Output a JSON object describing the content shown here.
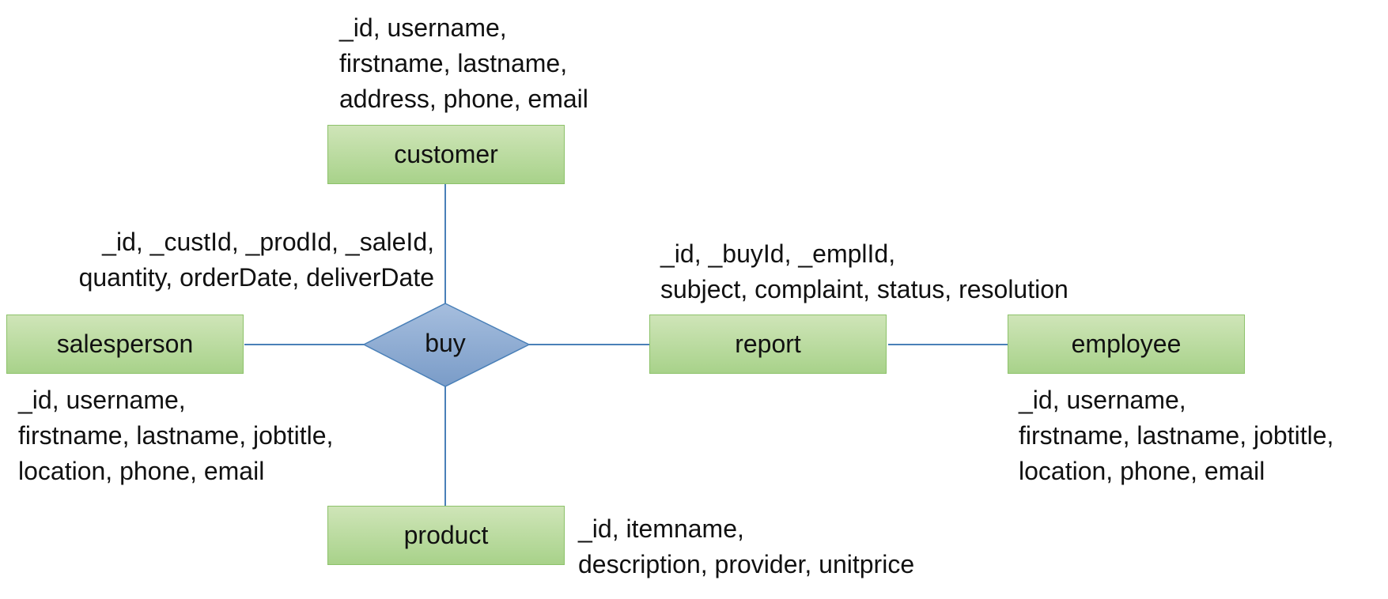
{
  "entities": {
    "customer": "customer",
    "salesperson": "salesperson",
    "product": "product",
    "report": "report",
    "employee": "employee"
  },
  "relationship": {
    "label": "buy"
  },
  "attributes": {
    "customer": [
      "_id, username,",
      "firstname, lastname,",
      "address, phone, email"
    ],
    "buy": [
      "_id, _custId, _prodId, _saleId,",
      "quantity, orderDate, deliverDate"
    ],
    "salesperson": [
      "_id, username,",
      "firstname, lastname, jobtitle,",
      "location, phone, email"
    ],
    "product": [
      "_id, itemname,",
      "description, provider, unitprice"
    ],
    "report": [
      "_id, _buyId, _emplId,",
      "subject, complaint, status, resolution"
    ],
    "employee": [
      "_id, username,",
      "firstname, lastname, jobtitle,",
      "location, phone, email"
    ]
  },
  "colors": {
    "entity_fill": "#b5d99b",
    "entity_border": "#8dc26a",
    "relationship_fill": "#88a8d0",
    "connector": "#4a80b8"
  }
}
